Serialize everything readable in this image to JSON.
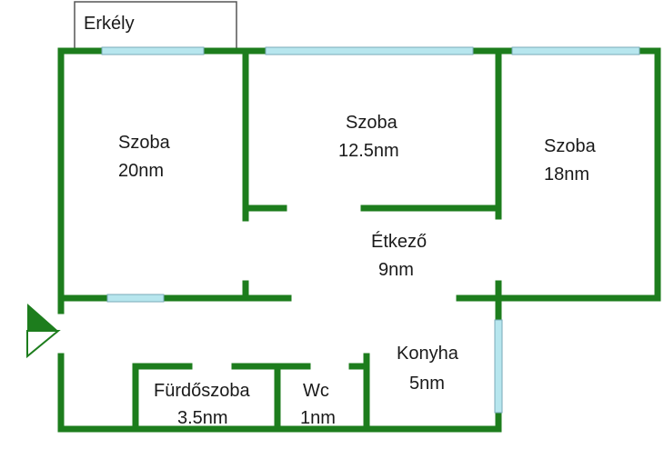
{
  "colors": {
    "wall": "#1d7d1d",
    "window_fill": "#b7e6ee",
    "window_stroke": "#7aaab8",
    "balcony_stroke": "#555555",
    "entrance": "#1d7d1d"
  },
  "balcony": {
    "label": "Erkély"
  },
  "rooms": {
    "szoba_left": {
      "name": "Szoba",
      "area": "20nm"
    },
    "szoba_middle": {
      "name": "Szoba",
      "area": "12.5nm"
    },
    "szoba_right": {
      "name": "Szoba",
      "area": "18nm"
    },
    "etkezo": {
      "name": "Étkező",
      "area": "9nm"
    },
    "konyha": {
      "name": "Konyha",
      "area": "5nm"
    },
    "furdoszoba": {
      "name": "Fürdőszoba",
      "area": "3.5nm"
    },
    "wc": {
      "name": "Wc",
      "area": "1nm"
    }
  },
  "entrance": {
    "icon": "entrance-arrow-icon"
  }
}
